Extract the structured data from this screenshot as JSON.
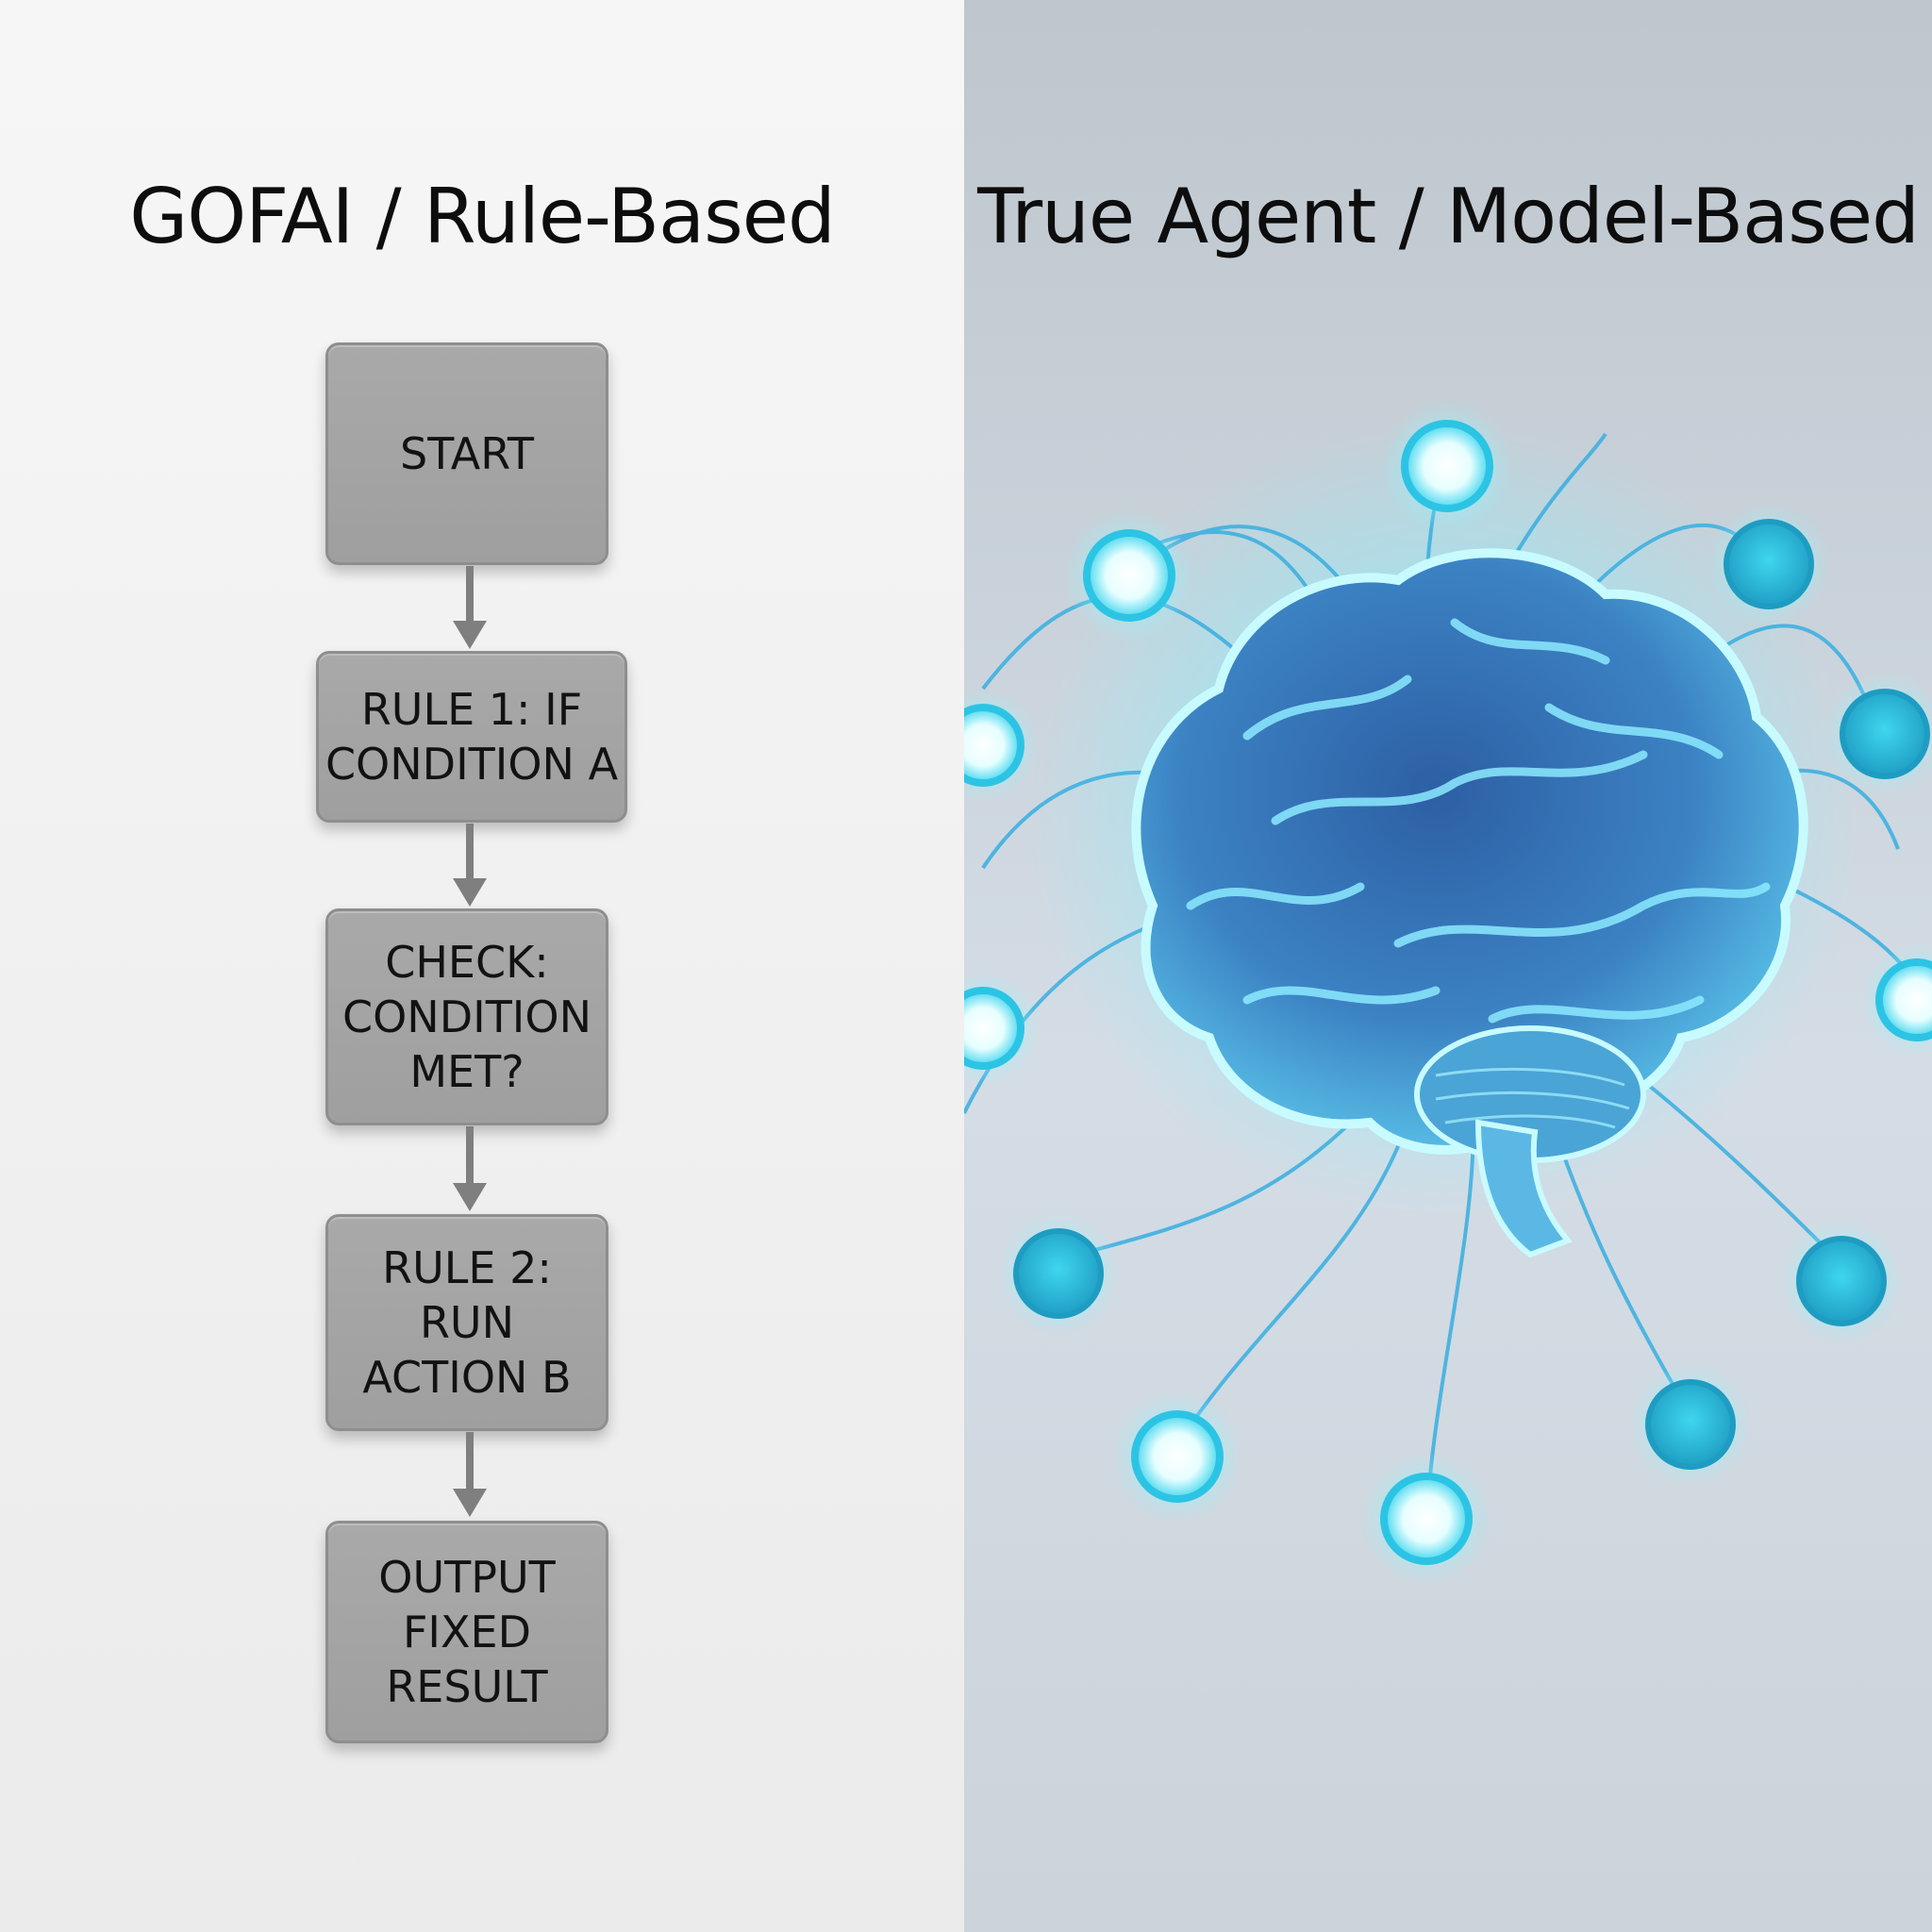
{
  "headings": {
    "left": "GOFAI / Rule-Based",
    "right": "True Agent / Model-Based"
  },
  "flowchart": {
    "boxes": [
      {
        "id": "start",
        "text": "START"
      },
      {
        "id": "rule1",
        "text": "RULE 1: IF\nCONDITION A"
      },
      {
        "id": "check",
        "text": "CHECK:\nCONDITION\nMET?"
      },
      {
        "id": "rule2",
        "text": "RULE 2:\nRUN\nACTION B"
      },
      {
        "id": "output",
        "text": "OUTPUT\nFIXED\nRESULT"
      }
    ]
  },
  "colors": {
    "box_fill": "#a6a6a6",
    "arrow": "#7f7f7f",
    "brain_glow": "#5ff2ff",
    "brain_body": "#3f86c4",
    "node_fill": "#33c9e6"
  },
  "icons": {
    "brain": "brain-icon",
    "node": "glowing-node-icon"
  }
}
